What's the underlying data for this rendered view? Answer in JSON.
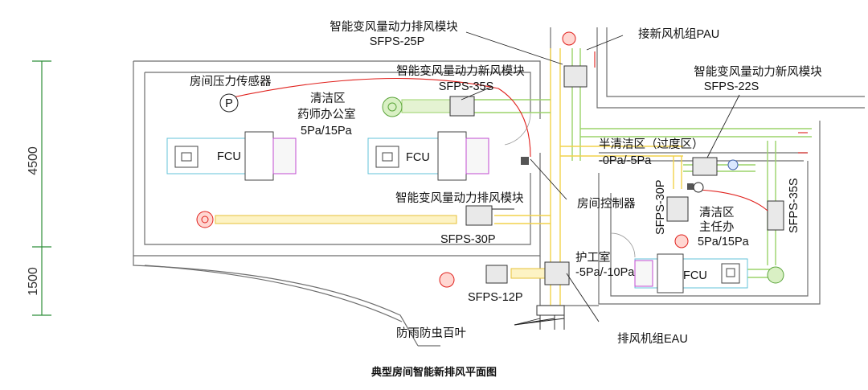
{
  "caption": "典型房间智能新排风平面图",
  "dimensions": {
    "upper": "4500",
    "lower": "1500"
  },
  "labels": {
    "sfps25p_name": "智能变风量动力排风模块",
    "sfps25p_model": "SFPS-25P",
    "pau": "接新风机组PAU",
    "sfps35s_name": "智能变风量动力新风模块",
    "sfps35s_model": "SFPS-35S",
    "sfps22s_name": "智能变风量动力新风模块",
    "sfps22s_model": "SFPS-22S",
    "pressure_sensor": "房间压力传感器",
    "sensor_symbol": "P",
    "clean_zone": "清洁区",
    "pharmacist_office": "药师办公室",
    "pharmacist_pressure": "5Pa/15Pa",
    "fcu": "FCU",
    "semi_clean_zone": "半清洁区（过度区）",
    "semi_clean_pressure": "-0Pa/-5Pa",
    "sfps30p_name": "智能变风量动力排风模块",
    "sfps30p_model": "SFPS-30P",
    "room_controller": "房间控制器",
    "sfps30p_vertical": "SFPS-30P",
    "sfps35s_vertical": "SFPS-35S",
    "director_clean": "清洁区",
    "director_office": "主任办",
    "director_pressure": "5Pa/15Pa",
    "nurse_room": "护工室",
    "nurse_pressure": "-5Pa/-10Pa",
    "sfps12p_model": "SFPS-12P",
    "louver": "防雨防虫百叶",
    "eau": "排风机组EAU"
  }
}
